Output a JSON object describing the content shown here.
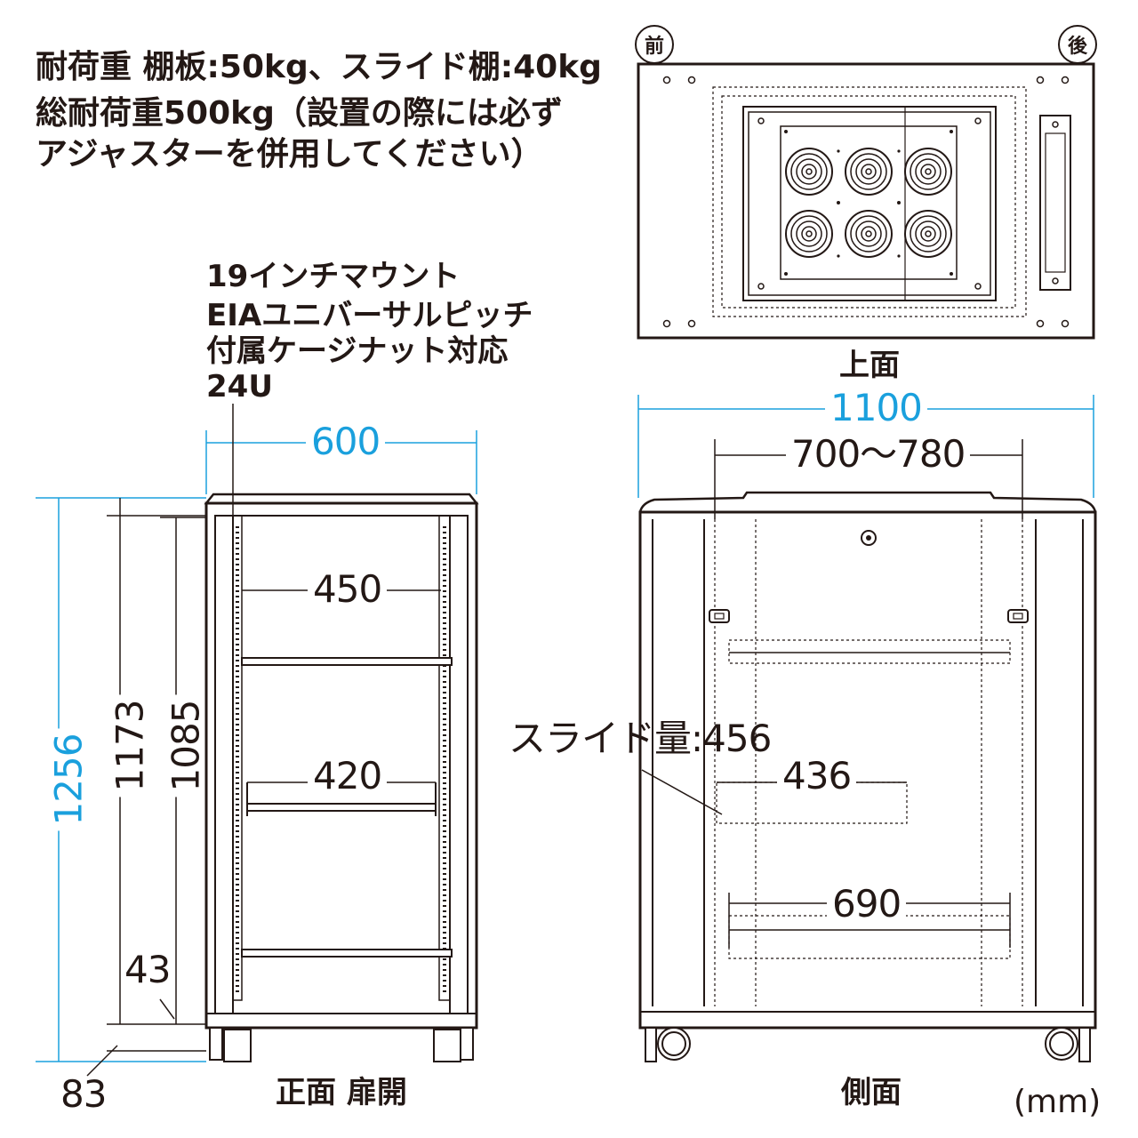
{
  "spec_text": {
    "line1": "耐荷重 棚板:50kg、スライド棚:40kg",
    "line2": "総耐荷重500kg（設置の際には必ず",
    "line3": "アジャスターを併用してください）"
  },
  "mount_text": {
    "line1": "19インチマウント",
    "line2": "EIAユニバーサルピッチ",
    "line3": "付属ケージナット対応",
    "line4": "24U"
  },
  "top_view": {
    "front_mark": "前",
    "rear_mark": "後",
    "caption": "上面"
  },
  "front_view": {
    "caption": "正面 扉開",
    "dims": {
      "width": "600",
      "total_height": "1256",
      "frame_height": "1173",
      "rail_height": "1085",
      "shelf_width": "450",
      "slide_width": "420",
      "bottom_gap": "43",
      "caster_height": "83"
    }
  },
  "side_view": {
    "caption": "側面",
    "dims": {
      "depth": "1100",
      "rail_depth": "700〜780",
      "slide_amount": "スライド量:456",
      "slide_depth": "436",
      "shelf_depth": "690"
    }
  },
  "unit": "(mm)",
  "colors": {
    "line": "#231815",
    "dimension_blue": "#1aa0dd",
    "panel_fill": "#ffffff"
  }
}
